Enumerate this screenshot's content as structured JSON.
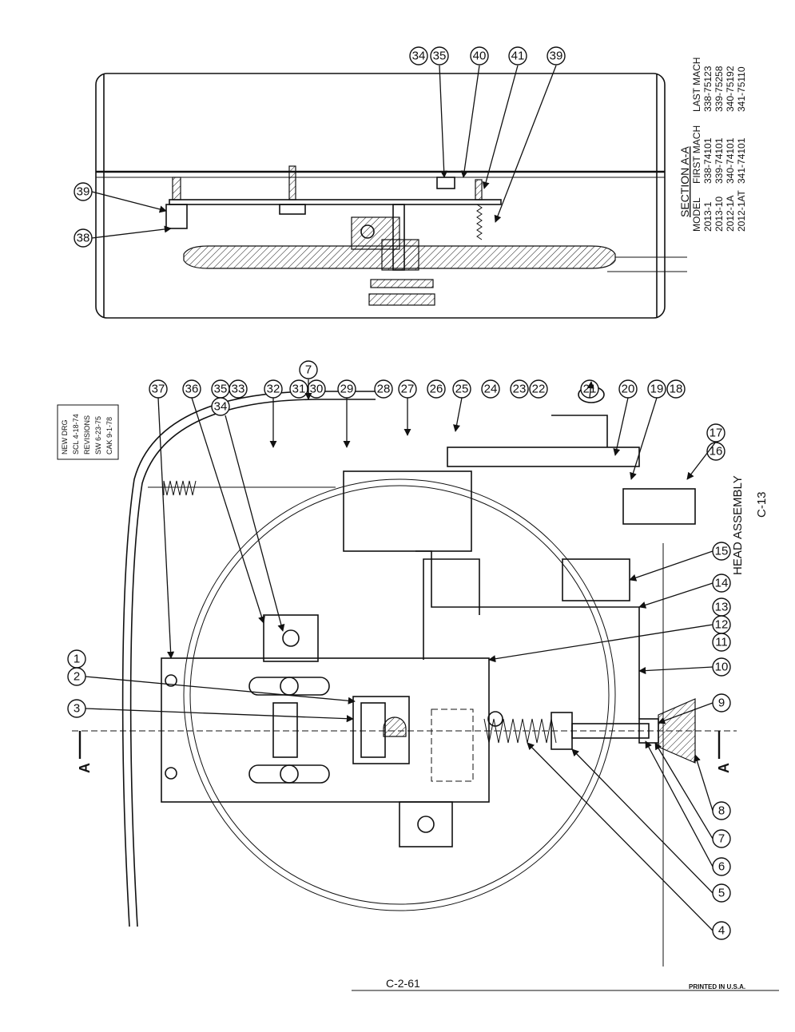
{
  "drawing": {
    "title": "HEAD ASSEMBLY",
    "page_code": "C-13",
    "section_label": "SECTION A-A",
    "section_letter": "A",
    "drawing_number": "C-2-61",
    "printed_note": "PRINTED IN U.S.A."
  },
  "revision_block": {
    "rows": [
      "NEW DRG",
      "SCL 4-18-74",
      "REVISIONS",
      "SW 6-23-75",
      "CAK 9-1-78"
    ]
  },
  "model_table": {
    "headers": [
      "MODEL",
      "FIRST MACH",
      "LAST MACH"
    ],
    "rows": [
      [
        "2013-1",
        "338-74101",
        "338-75123"
      ],
      [
        "2013-10",
        "339-74101",
        "339-75258"
      ],
      [
        "2012-1A",
        "340-74101",
        "340-75192"
      ],
      [
        "2012-1AT",
        "341-74101",
        "341-75110"
      ]
    ]
  },
  "callouts": [
    "1",
    "2",
    "3",
    "4",
    "5",
    "6",
    "7",
    "8",
    "9",
    "10",
    "11",
    "12",
    "13",
    "14",
    "15",
    "16",
    "17",
    "18",
    "19",
    "20",
    "21",
    "22",
    "23",
    "24",
    "25",
    "26",
    "27",
    "28",
    "29",
    "30",
    "31",
    "32",
    "33",
    "34",
    "35",
    "36",
    "37",
    "38",
    "39",
    "40",
    "41",
    "7",
    "34",
    "35",
    "39"
  ]
}
